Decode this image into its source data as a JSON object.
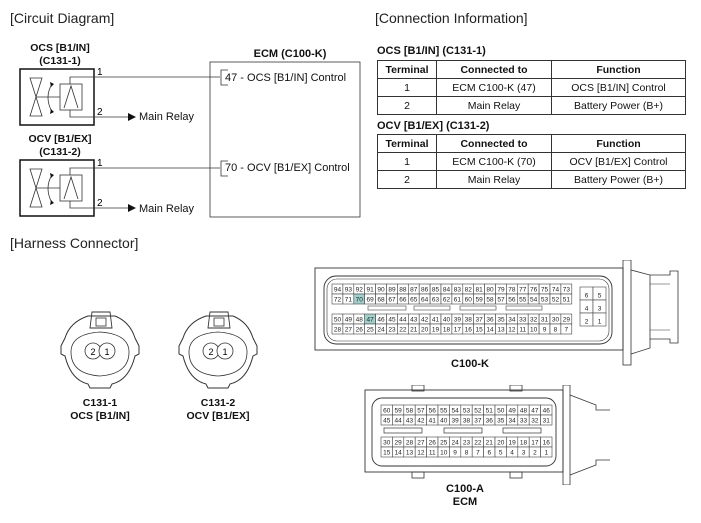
{
  "sections": {
    "circuit_diagram": "[Circuit Diagram]",
    "connection_information": "[Connection Information]",
    "harness_connector": "[Harness Connector]"
  },
  "circuit": {
    "components": [
      {
        "name": "OCS [B1/IN]",
        "connector": "(C131-1)",
        "pin1": "1",
        "pin2": "2",
        "pin2_dest": "Main Relay"
      },
      {
        "name": "OCV [B1/EX]",
        "connector": "(C131-2)",
        "pin1": "1",
        "pin2": "2",
        "pin2_dest": "Main Relay"
      }
    ],
    "ecm": {
      "title": "ECM (C100-K)",
      "terminals": [
        "47 - OCS [B1/IN] Control",
        "70 - OCV [B1/EX] Control"
      ]
    }
  },
  "connection_tables": [
    {
      "title": "OCS [B1/IN] (C131-1)",
      "headers": [
        "Terminal",
        "Connected to",
        "Function"
      ],
      "rows": [
        [
          "1",
          "ECM C100-K (47)",
          "OCS [B1/IN] Control"
        ],
        [
          "2",
          "Main Relay",
          "Battery Power (B+)"
        ]
      ]
    },
    {
      "title": "OCV [B1/EX] (C131-2)",
      "headers": [
        "Terminal",
        "Connected to",
        "Function"
      ],
      "rows": [
        [
          "1",
          "ECM C100-K (70)",
          "OCV [B1/EX] Control"
        ],
        [
          "2",
          "Main Relay",
          "Battery Power (B+)"
        ]
      ]
    }
  ],
  "harness": {
    "c131_1": {
      "id": "C131-1",
      "name": "OCS [B1/IN]",
      "pins": [
        "2",
        "1"
      ]
    },
    "c131_2": {
      "id": "C131-2",
      "name": "OCV [B1/EX]",
      "pins": [
        "2",
        "1"
      ]
    },
    "c100_k": {
      "label": "C100-K",
      "highlight_color": "#9fd1cc",
      "highlighted_pins": [
        "70",
        "47"
      ],
      "rows": [
        [
          "94",
          "93",
          "92",
          "91",
          "90",
          "89",
          "88",
          "87",
          "86",
          "85",
          "84",
          "83",
          "82",
          "81",
          "80",
          "79",
          "78",
          "77",
          "76",
          "75",
          "74",
          "73"
        ],
        [
          "72",
          "71",
          "70",
          "69",
          "68",
          "67",
          "66",
          "65",
          "64",
          "63",
          "62",
          "61",
          "60",
          "59",
          "58",
          "57",
          "56",
          "55",
          "54",
          "53",
          "52",
          "51"
        ],
        [
          "50",
          "49",
          "48",
          "47",
          "46",
          "45",
          "44",
          "43",
          "42",
          "41",
          "40",
          "39",
          "38",
          "37",
          "36",
          "35",
          "34",
          "33",
          "32",
          "31",
          "30",
          "29"
        ],
        [
          "28",
          "27",
          "26",
          "25",
          "24",
          "23",
          "22",
          "21",
          "20",
          "19",
          "18",
          "17",
          "16",
          "15",
          "14",
          "13",
          "12",
          "11",
          "10",
          "9",
          "8",
          "7"
        ]
      ],
      "side_pins": [
        [
          "6",
          "5"
        ],
        [
          "4",
          "3"
        ],
        [
          "2",
          "1"
        ]
      ]
    },
    "c100_a": {
      "label": "C100-A",
      "sublabel": "ECM",
      "rows": [
        [
          "60",
          "59",
          "58",
          "57",
          "56",
          "55",
          "54",
          "53",
          "52",
          "51",
          "50",
          "49",
          "48",
          "47",
          "46"
        ],
        [
          "45",
          "44",
          "43",
          "42",
          "41",
          "40",
          "39",
          "38",
          "37",
          "36",
          "35",
          "34",
          "33",
          "32",
          "31"
        ],
        [
          "30",
          "29",
          "28",
          "27",
          "26",
          "25",
          "24",
          "23",
          "22",
          "21",
          "20",
          "19",
          "18",
          "17",
          "16"
        ],
        [
          "15",
          "14",
          "13",
          "12",
          "11",
          "10",
          "9",
          "8",
          "7",
          "6",
          "5",
          "4",
          "3",
          "2",
          "1"
        ]
      ]
    }
  }
}
